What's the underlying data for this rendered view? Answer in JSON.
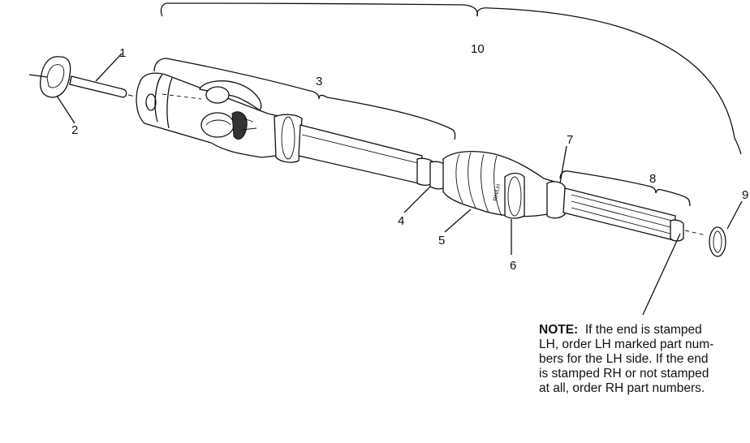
{
  "callouts": {
    "c1": "1",
    "c2": "2",
    "c3": "3",
    "c4": "4",
    "c5": "5",
    "c6": "6",
    "c7": "7",
    "c8": "8",
    "c9": "9",
    "c10": "10"
  },
  "note": {
    "heading": "NOTE:",
    "lines": [
      "If the end is stamped",
      "LH, order LH marked part num-",
      "bers for the LH side.  If the end",
      "is stamped RH or not stamped",
      "at all, order RH part numbers."
    ]
  },
  "stamp_text": "RH/LH"
}
